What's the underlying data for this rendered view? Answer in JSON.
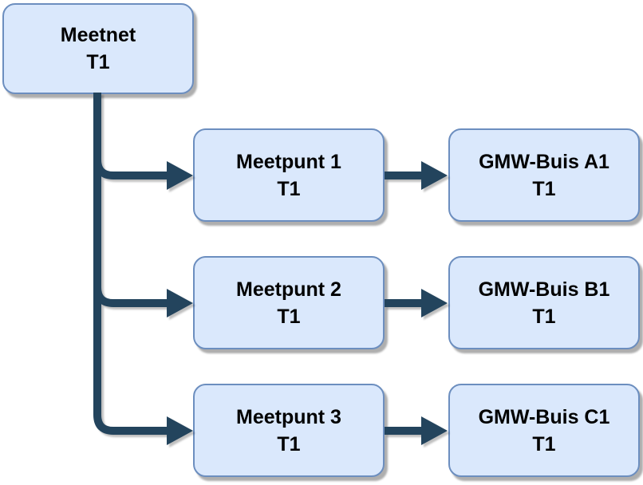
{
  "diagram": {
    "background": "#ffffff",
    "colors": {
      "node_fill": "#dae8fc",
      "node_border": "#6c8ebf",
      "edge": "#23445d",
      "text": "#000000"
    },
    "nodes": {
      "meetnet": {
        "title": "Meetnet",
        "subtitle": "T1"
      },
      "meetpunt1": {
        "title": "Meetpunt 1",
        "subtitle": "T1"
      },
      "meetpunt2": {
        "title": "Meetpunt 2",
        "subtitle": "T1"
      },
      "meetpunt3": {
        "title": "Meetpunt 3",
        "subtitle": "T1"
      },
      "gmw_buis_a1": {
        "title": "GMW-Buis A1",
        "subtitle": "T1"
      },
      "gmw_buis_b1": {
        "title": "GMW-Buis B1",
        "subtitle": "T1"
      },
      "gmw_buis_c1": {
        "title": "GMW-Buis C1",
        "subtitle": "T1"
      }
    },
    "edges": [
      {
        "from": "Meetnet T1",
        "to": "Meetpunt 1 T1"
      },
      {
        "from": "Meetnet T1",
        "to": "Meetpunt 2 T1"
      },
      {
        "from": "Meetnet T1",
        "to": "Meetpunt 3 T1"
      },
      {
        "from": "Meetpunt 1 T1",
        "to": "GMW-Buis A1 T1"
      },
      {
        "from": "Meetpunt 2 T1",
        "to": "GMW-Buis B1 T1"
      },
      {
        "from": "Meetpunt 3 T1",
        "to": "GMW-Buis C1 T1"
      }
    ]
  }
}
